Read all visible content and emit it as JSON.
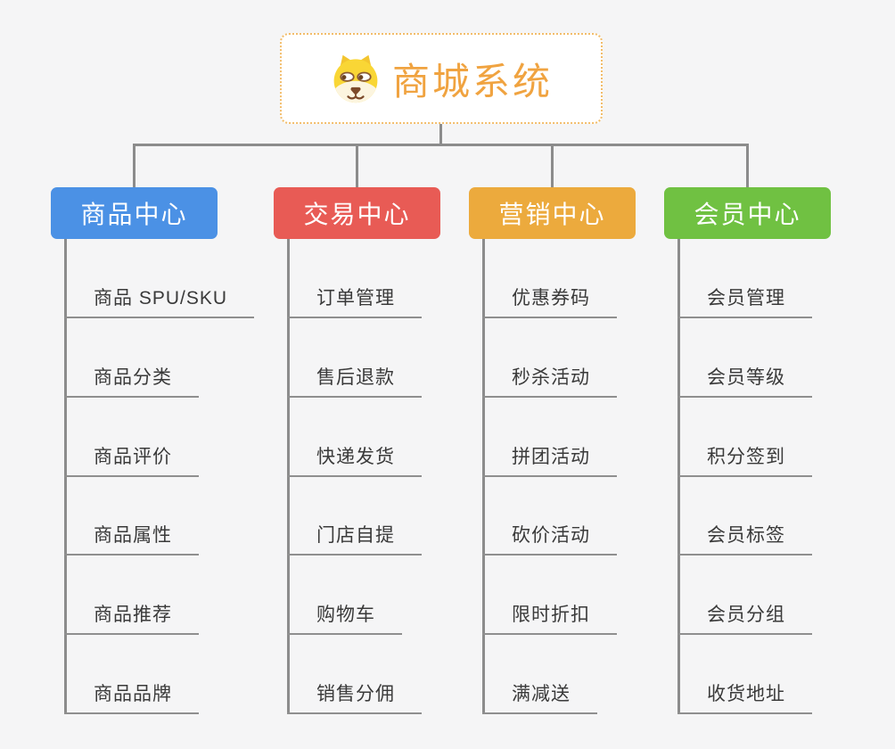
{
  "page": {
    "background_color": "#f5f5f6"
  },
  "root": {
    "title": "商城系统",
    "icon": "shiba-dog-face-icon",
    "title_color": "#f0a340",
    "border_color": "#f2bd6b",
    "background": "#ffffff"
  },
  "connectors": {
    "color": "#8c8c8c"
  },
  "sub_topic_style": {
    "text_color": "#3a3a3a",
    "underline_color": "#8f8f8f"
  },
  "branch_label_color": "#ffffff",
  "branches": [
    {
      "label": "商品中心",
      "color": "#4b91e5",
      "items": [
        "商品 SPU/SKU",
        "商品分类",
        "商品评价",
        "商品属性",
        "商品推荐",
        "商品品牌"
      ]
    },
    {
      "label": "交易中心",
      "color": "#e85b55",
      "items": [
        "订单管理",
        "售后退款",
        "快递发货",
        "门店自提",
        "购物车",
        "销售分佣"
      ]
    },
    {
      "label": "营销中心",
      "color": "#ecaa3d",
      "items": [
        "优惠券码",
        "秒杀活动",
        "拼团活动",
        "砍价活动",
        "限时折扣",
        "满减送"
      ]
    },
    {
      "label": "会员中心",
      "color": "#70c142",
      "items": [
        "会员管理",
        "会员等级",
        "积分签到",
        "会员标签",
        "会员分组",
        "收货地址"
      ]
    }
  ]
}
